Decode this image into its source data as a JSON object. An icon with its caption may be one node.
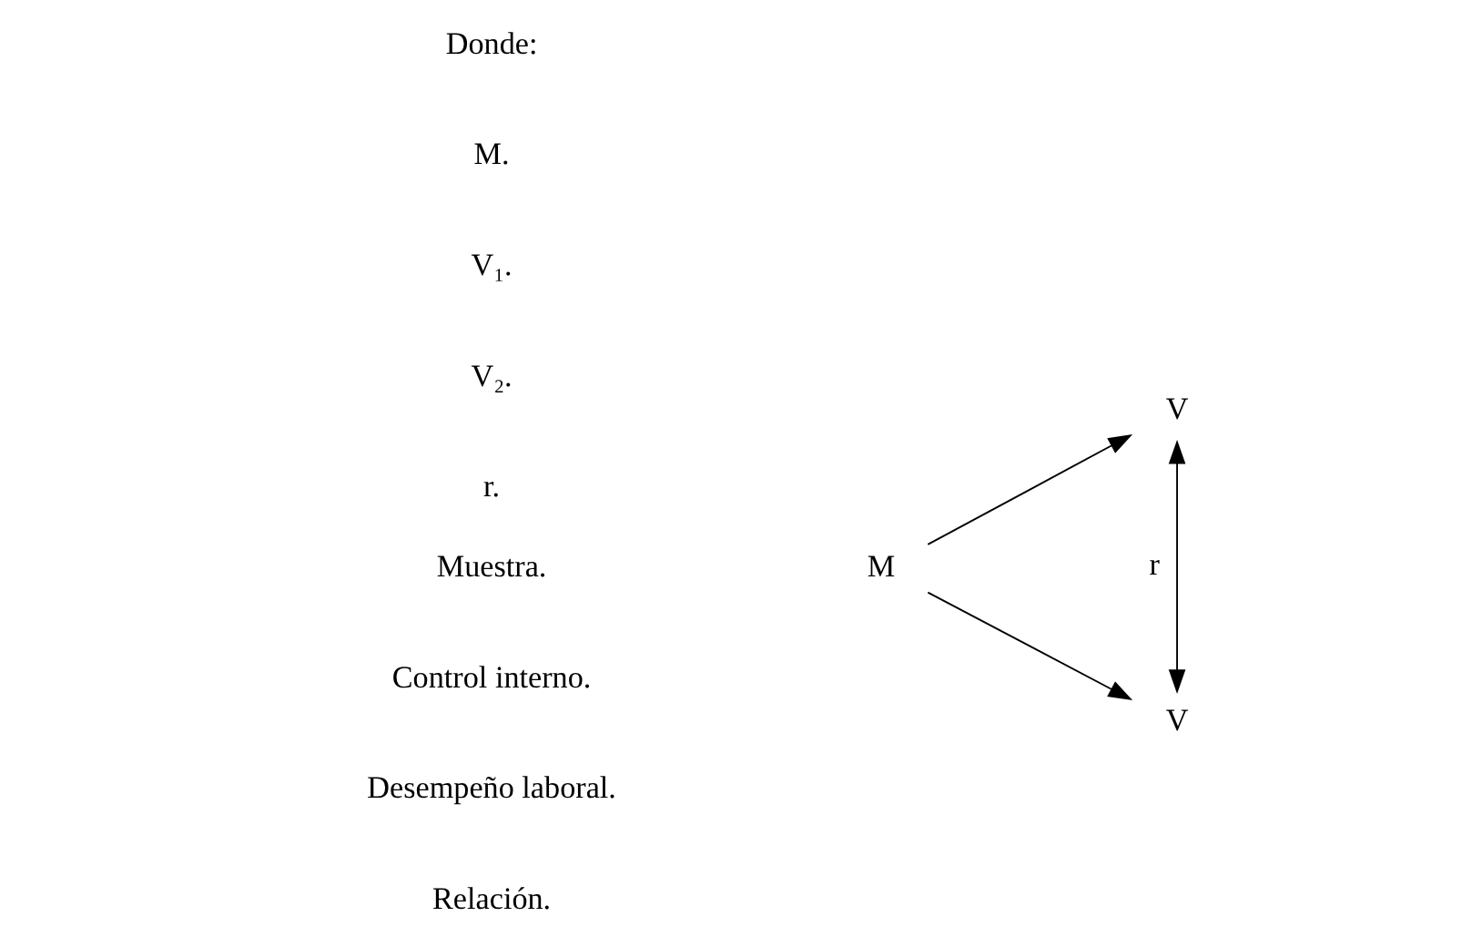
{
  "diagram": {
    "nodes": [
      {
        "text": [
          "M"
        ]
      },
      {
        "text": [
          "V"
        ]
      },
      {
        "text": [
          "V"
        ]
      }
    ],
    "edges": [
      {
        "from": 0,
        "to": 1,
        "arrow": "to"
      },
      {
        "from": 0,
        "to": 2,
        "arrow": "to"
      },
      {
        "from": 1,
        "to": 2,
        "arrow": "both",
        "label": "r"
      }
    ],
    "labels": [
      "Donde:",
      "M.",
      "Muestra.",
      "V₁.",
      "Control interno.",
      "V₂.",
      "Desempeño laboral.",
      "r.",
      "Relación."
    ]
  }
}
